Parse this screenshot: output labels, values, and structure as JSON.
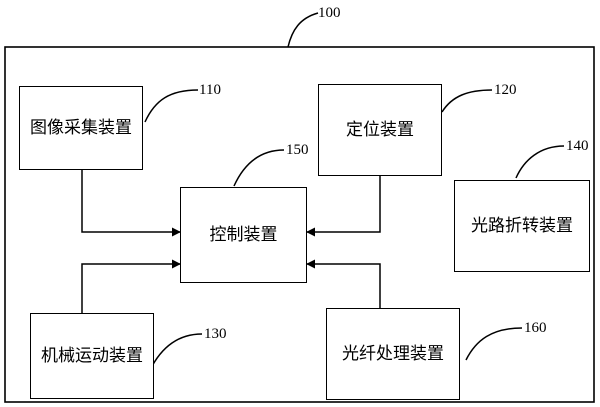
{
  "system": {
    "ref": "100"
  },
  "boxes": {
    "image_capture": {
      "label": "图像采集装置",
      "ref": "110"
    },
    "positioning": {
      "label": "定位装置",
      "ref": "120"
    },
    "mechanical_motion": {
      "label": "机械运动装置",
      "ref": "130"
    },
    "optical_path_turning": {
      "label": "光路折转装置",
      "ref": "140"
    },
    "control": {
      "label": "控制装置",
      "ref": "150"
    },
    "fiber_processing": {
      "label": "光纤处理装置",
      "ref": "160"
    }
  }
}
